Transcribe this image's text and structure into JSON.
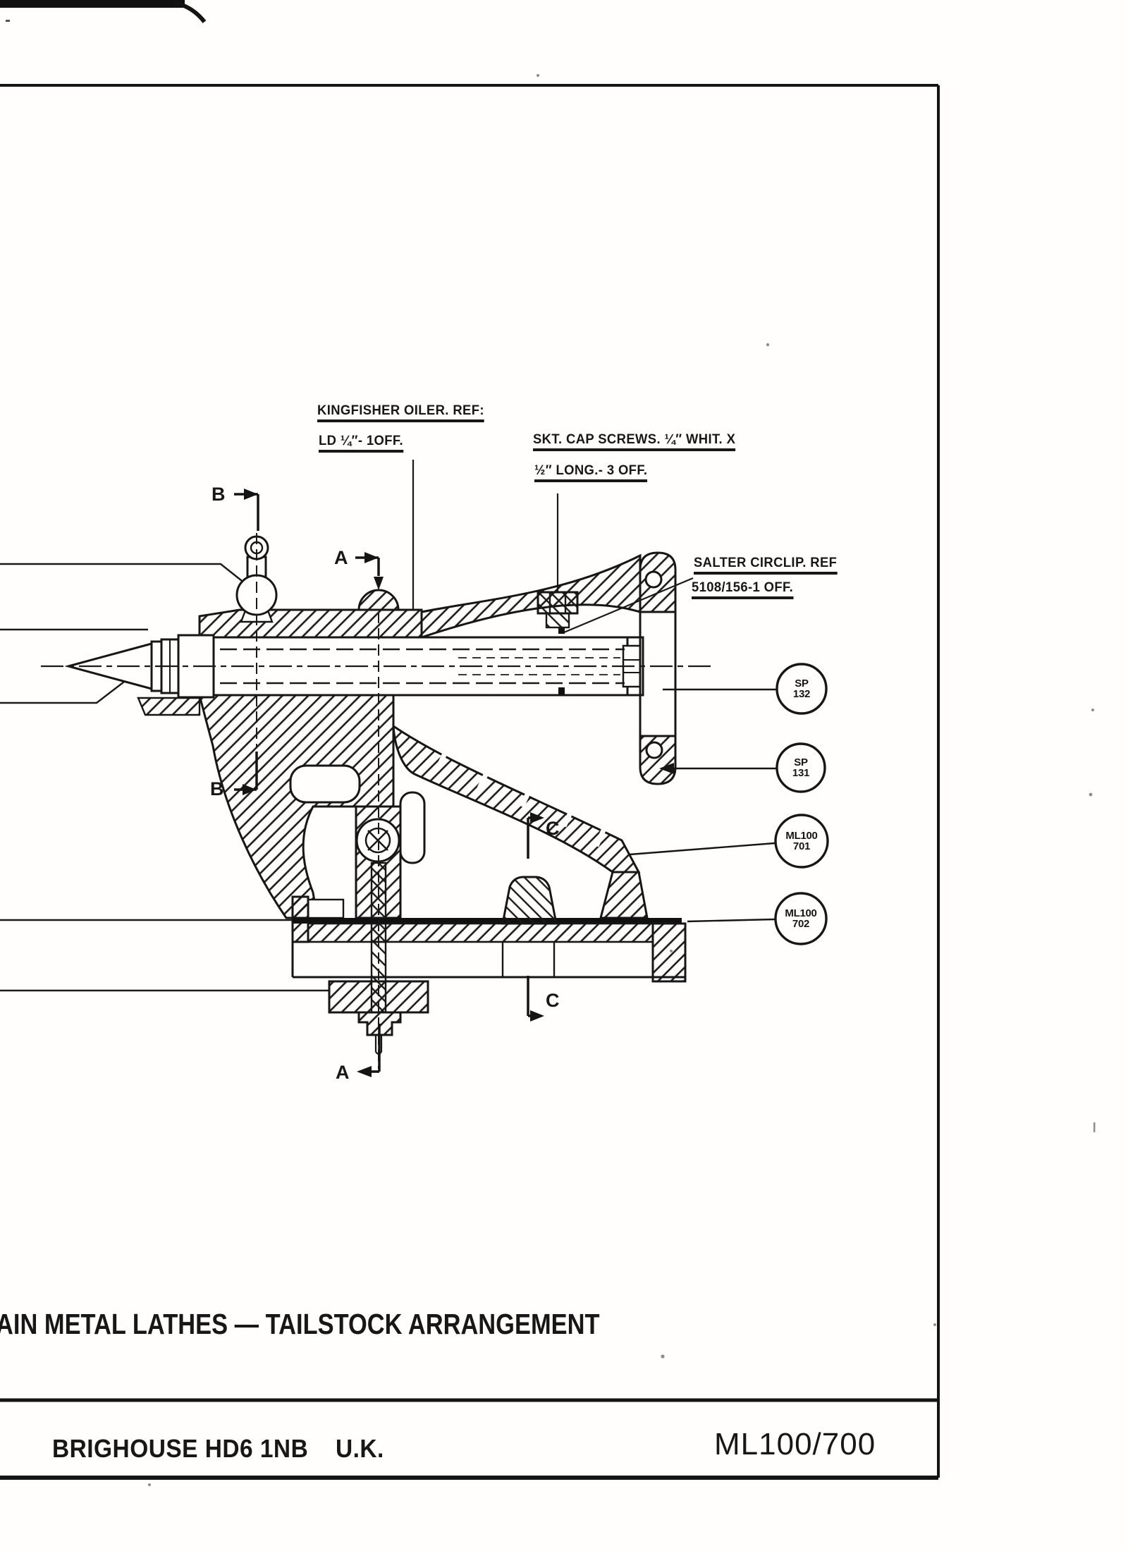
{
  "drawing": {
    "title_visible": "AIN METAL LATHES — TAILSTOCK ARRANGEMENT",
    "labels": {
      "oiler": {
        "line1": "KINGFISHER OILER. REF:",
        "line2": "LD ¼″- 1OFF."
      },
      "cap_screws": {
        "line1": "SKT. CAP SCREWS. ¼″ WHIT. X",
        "line2": "½″ LONG.- 3 OFF."
      },
      "circlip": {
        "line1": "SALTER CIRCLIP. REF",
        "line2": "5108/156-1 OFF."
      }
    },
    "callouts": {
      "sp132": {
        "line1": "SP",
        "line2": "132"
      },
      "sp131": {
        "line1": "SP",
        "line2": "131"
      },
      "ml100_701": {
        "line1": "ML100",
        "line2": "701"
      },
      "ml100_702": {
        "line1": "ML100",
        "line2": "702"
      }
    },
    "sections": {
      "a": "A",
      "b": "B",
      "c": "C"
    },
    "ink_color": "#171717"
  },
  "footer": {
    "company": "BRIGHOUSE HD6 1NB",
    "country": "U.K.",
    "drawing_number": "ML100/700"
  }
}
